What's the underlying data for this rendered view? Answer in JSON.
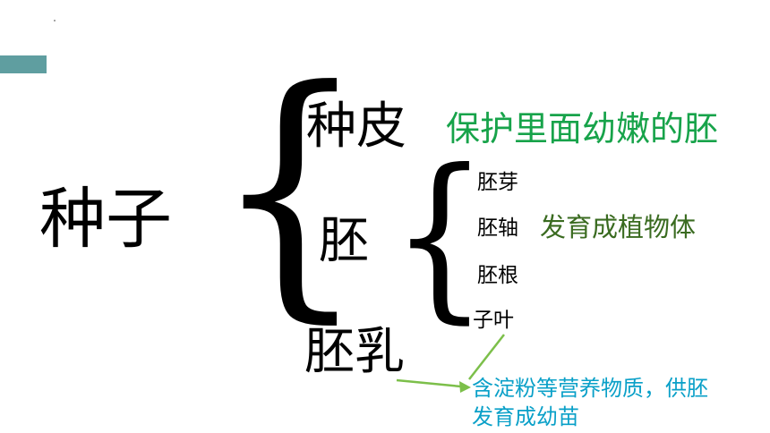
{
  "diagram": {
    "root": "种子",
    "seed_coat": {
      "label": "种皮",
      "note": "保护里面幼嫩的胚"
    },
    "embryo": {
      "label": "胚",
      "parts": [
        "胚芽",
        "胚轴",
        "胚根",
        "子叶"
      ],
      "note": "发育成植物体"
    },
    "endosperm": {
      "label": "胚乳",
      "note_line1": "含淀粉等营养物质，供胚",
      "note_line2": "发育成幼苗"
    },
    "braces": {
      "outer": "{",
      "inner": "{"
    }
  },
  "colors": {
    "accent_bar": "#5f9ea0",
    "seed_coat_note": "#17a34a",
    "embryo_note": "#3a6b20",
    "endosperm_note": "#0aa0c8",
    "arrow": "#7cbf4a"
  }
}
